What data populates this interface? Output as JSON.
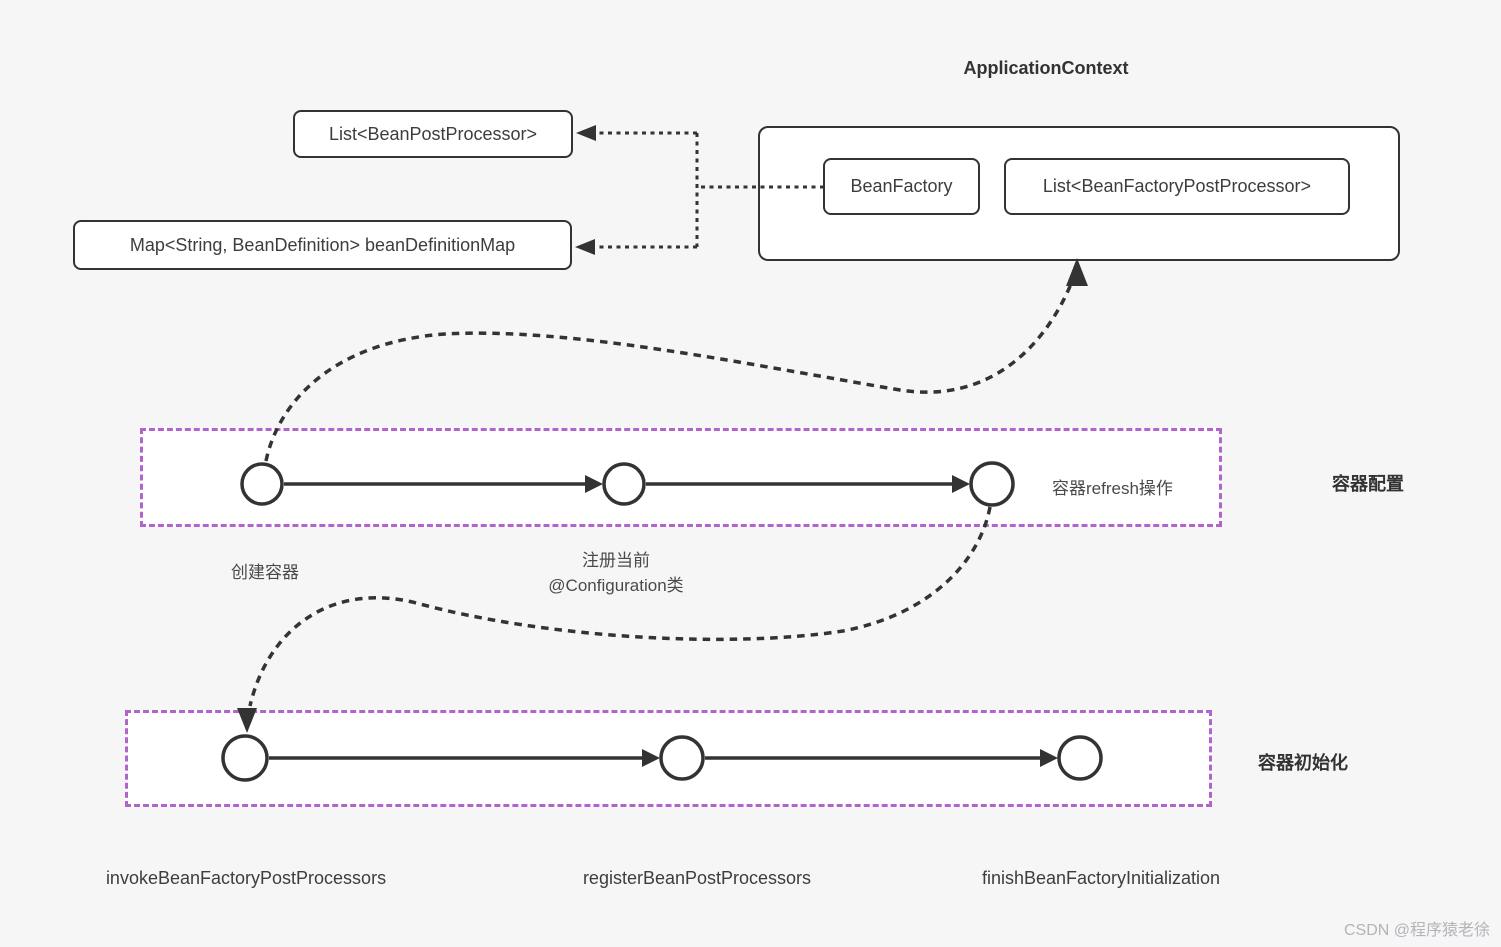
{
  "title": "ApplicationContext",
  "application_context": {
    "bean_factory_label": "BeanFactory",
    "bean_factory_post_processors_label": "List<BeanFactoryPostProcessor>"
  },
  "fields": {
    "bean_post_processors_label": "List<BeanPostProcessor>",
    "bean_definition_map_label": "Map<String, BeanDefinition> beanDefinitionMap"
  },
  "stage_config": {
    "section_label": "容器配置",
    "inner_note": "容器refresh操作",
    "step1_label": "创建容器",
    "step2_label_line1": "注册当前",
    "step2_label_line2": "@Configuration类"
  },
  "stage_init": {
    "section_label": "容器初始化",
    "step1_label": "invokeBeanFactoryPostProcessors",
    "step2_label": "registerBeanPostProcessors",
    "step3_label": "finishBeanFactoryInitialization"
  },
  "watermark": "CSDN @程序猿老徐",
  "colors": {
    "accent_purple": "#b164cb",
    "line": "#333333",
    "background": "#f6f6f7",
    "watermark": "#b3b3ba"
  }
}
